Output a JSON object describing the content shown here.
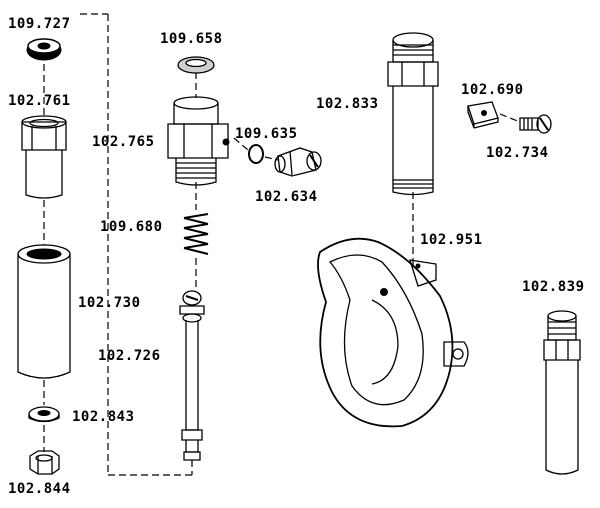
{
  "diagram": {
    "parts": [
      {
        "key": "p109727",
        "number": "109.727"
      },
      {
        "key": "p102761",
        "number": "102.761"
      },
      {
        "key": "p102730",
        "number": "102.730"
      },
      {
        "key": "p102843",
        "number": "102.843"
      },
      {
        "key": "p102844",
        "number": "102.844"
      },
      {
        "key": "p109658",
        "number": "109.658"
      },
      {
        "key": "p102765",
        "number": "102.765"
      },
      {
        "key": "p109635",
        "number": "109.635"
      },
      {
        "key": "p102634",
        "number": "102.634"
      },
      {
        "key": "p109680",
        "number": "109.680"
      },
      {
        "key": "p102726",
        "number": "102.726"
      },
      {
        "key": "p102833",
        "number": "102.833"
      },
      {
        "key": "p102690",
        "number": "102.690"
      },
      {
        "key": "p102734",
        "number": "102.734"
      },
      {
        "key": "p102951",
        "number": "102.951"
      },
      {
        "key": "p102839",
        "number": "102.839"
      }
    ]
  }
}
